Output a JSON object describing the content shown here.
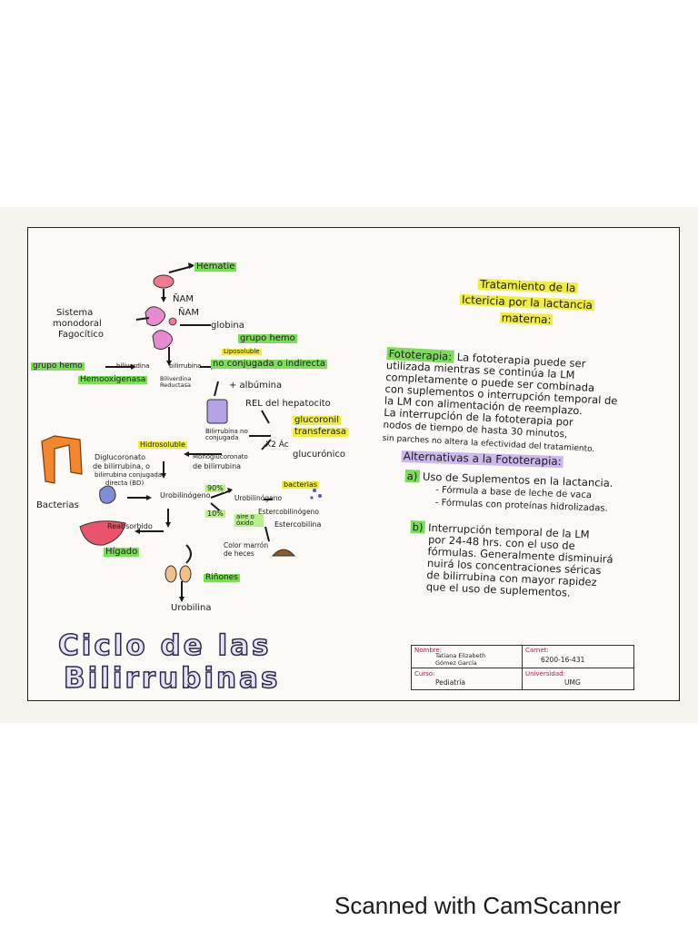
{
  "diagram": {
    "hematie": "Hematie",
    "nam": "ÑAM",
    "nam2": "ÑAM",
    "sistema": "Sistema",
    "monodoral": "monodoral",
    "fagocitico": "Fagocítico",
    "globina": "globina",
    "grupo_hemo_top": "grupo hemo",
    "grupo_hemo_left": "grupo hemo",
    "biliverdina": "biliverdina",
    "bilirrubina": "bilirrubina",
    "liposoluble": "Liposoluble",
    "no_conjugada": "no conjugada o indirecta",
    "hemooxigenasa": "Hemooxigenasa",
    "biliverdina_reductasa": "Biliverdina Reductasa",
    "albumina": "+ albúmina",
    "rel_hepatocito": "REL del hepatocito",
    "bilirrubina_noconj": "Bilirrubina no conjugada",
    "glucoronil": "glucoronil",
    "transferasa": "transferasa",
    "x2_ac": "X2 Ác",
    "glucuronico": "glucurónico",
    "hidrosoluble": "Hidrosoluble",
    "diglucoronato": "Diglucoronato",
    "de_bilirrubina": "de bilirrubina, o",
    "bilirrubina_conjugada": "bilirrubina conjugada",
    "directa": "directa (BD)",
    "monoglucoronato": "Monoglucoronato",
    "de_bilirrubina2": "de bilirrubina",
    "bacterias_left": "Bacterias",
    "bacterias_right": "bacterias",
    "pct_90": "90%",
    "pct_10": "10%",
    "urobilinogeno": "Urobilinógeno",
    "estercobilinogeno": "Estercobilinógeno",
    "reabsorbido": "Reabsorbido",
    "aire_oxido": "aire o óxido",
    "estercobilina": "Estercobilina",
    "color_heces": "Color marrón de heces",
    "higado": "Hígado",
    "rinones": "Riñones",
    "urobilina": "Urobilina",
    "bilirrubinas_caption": "Bilirrubinas"
  },
  "title": {
    "line1": "Ciclo de las",
    "line2": "Bilirrubinas"
  },
  "right": {
    "heading_l1": "Tratamiento de la",
    "heading_l2": "Ictericia por la lactancia",
    "heading_l3": "materna:",
    "fototerapia_label": "Fototerapia:",
    "fototerapia_text1": "La fototerapia puede ser",
    "fototerapia_lines": [
      "utilizada mientras se continúa la LM",
      "completamente o puede ser combinada",
      "con suplementos o interrupción temporal de",
      "la LM con alimentación de reemplazo.",
      "La interrupción de la fototerapia por",
      "nodos de tiempo de hasta 30 minutos,",
      "sin parches no altera la efectividad del tratamiento."
    ],
    "alternativas": "Alternativas a la Fototerapia:",
    "a_label": "a)",
    "a_text": "Uso de Suplementos en la lactancia.",
    "a_sub": [
      "- Fórmula a base de leche de vaca",
      "- Fórmulas con proteínas hidrolizadas."
    ],
    "b_label": "b)",
    "b_lines": [
      "Interrupción temporal de la LM",
      "por 24-48 hrs. con el uso de",
      "fórmulas. Generalmente disminuirá",
      "nuirá los concentraciones séricas",
      "de bilirrubina con mayor rapidez",
      "que el uso de suplementos."
    ]
  },
  "info": {
    "nombre_label": "Nombre:",
    "nombre_l1": "Tatiana Elizabeth",
    "nombre_l2": "Gómez García",
    "carnet_label": "Carnet:",
    "carnet": "6200-16-431",
    "curso_label": "Curso:",
    "curso": "Pediatría",
    "universidad_label": "Universidad:",
    "universidad": "UMG"
  },
  "footer": "Scanned with CamScanner"
}
